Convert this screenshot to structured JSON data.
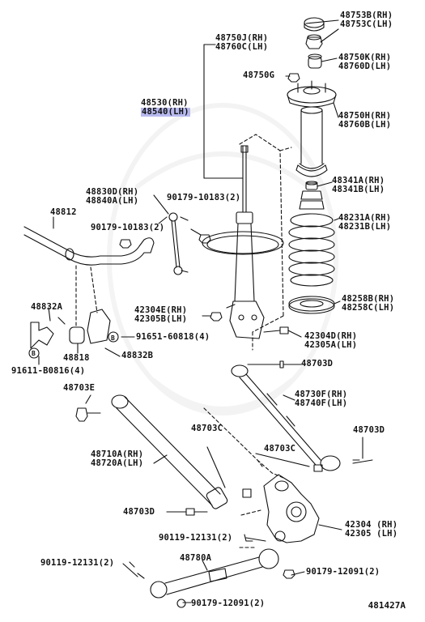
{
  "callouts": {
    "c48753": {
      "l1": "48753B(RH)",
      "l2": "48753C(LH)"
    },
    "c48750j": {
      "l1": "48750J(RH)",
      "l2": "48760C(LH)"
    },
    "c48750k": {
      "l1": "48750K(RH)",
      "l2": "48760D(LH)"
    },
    "c48750g": {
      "l1": "48750G"
    },
    "c48530": {
      "l1": "48530(RH)",
      "l2": "48540(LH)"
    },
    "c48750h": {
      "l1": "48750H(RH)",
      "l2": "48760B(LH)"
    },
    "c48341": {
      "l1": "48341A(RH)",
      "l2": "48341B(LH)"
    },
    "c48830": {
      "l1": "48830D(RH)",
      "l2": "48840A(LH)"
    },
    "c90179a": {
      "l1": "90179-10183(2)"
    },
    "c48812": {
      "l1": "48812"
    },
    "c90179b": {
      "l1": "90179-10183(2)"
    },
    "c48231": {
      "l1": "48231A(RH)",
      "l2": "48231B(LH)"
    },
    "c48258": {
      "l1": "48258B(RH)",
      "l2": "48258C(LH)"
    },
    "c48832a": {
      "l1": "48832A"
    },
    "c42304e": {
      "l1": "42304E(RH)",
      "l2": "42305B(LH)"
    },
    "c42304d": {
      "l1": "42304D(RH)",
      "l2": "42305A(LH)"
    },
    "c91651": {
      "l1": "91651-60818(4)"
    },
    "c48818": {
      "l1": "48818"
    },
    "c48832b": {
      "l1": "48832B"
    },
    "c91611": {
      "l1": "91611-B0816(4)"
    },
    "c48703d1": {
      "l1": "48703D"
    },
    "c48703e": {
      "l1": "48703E"
    },
    "c48730": {
      "l1": "48730F(RH)",
      "l2": "48740F(LH)"
    },
    "c48703c1": {
      "l1": "48703C"
    },
    "c48703d2": {
      "l1": "48703D"
    },
    "c48703c2": {
      "l1": "48703C"
    },
    "c48710": {
      "l1": "48710A(RH)",
      "l2": "48720A(LH)"
    },
    "c48703d3": {
      "l1": "48703D"
    },
    "c42304": {
      "l1": "42304 (RH)",
      "l2": "42305 (LH)"
    },
    "c90119a": {
      "l1": "90119-12131(2)"
    },
    "c48780": {
      "l1": "48780A"
    },
    "c90119b": {
      "l1": "90119-12131(2)"
    },
    "c90179c": {
      "l1": "90179-12091(2)"
    },
    "c90179d": {
      "l1": "90179-12091(2)"
    }
  },
  "figure_ref": "481427A",
  "colors": {
    "highlight": "#b7b9ee",
    "ink": "#111111"
  }
}
